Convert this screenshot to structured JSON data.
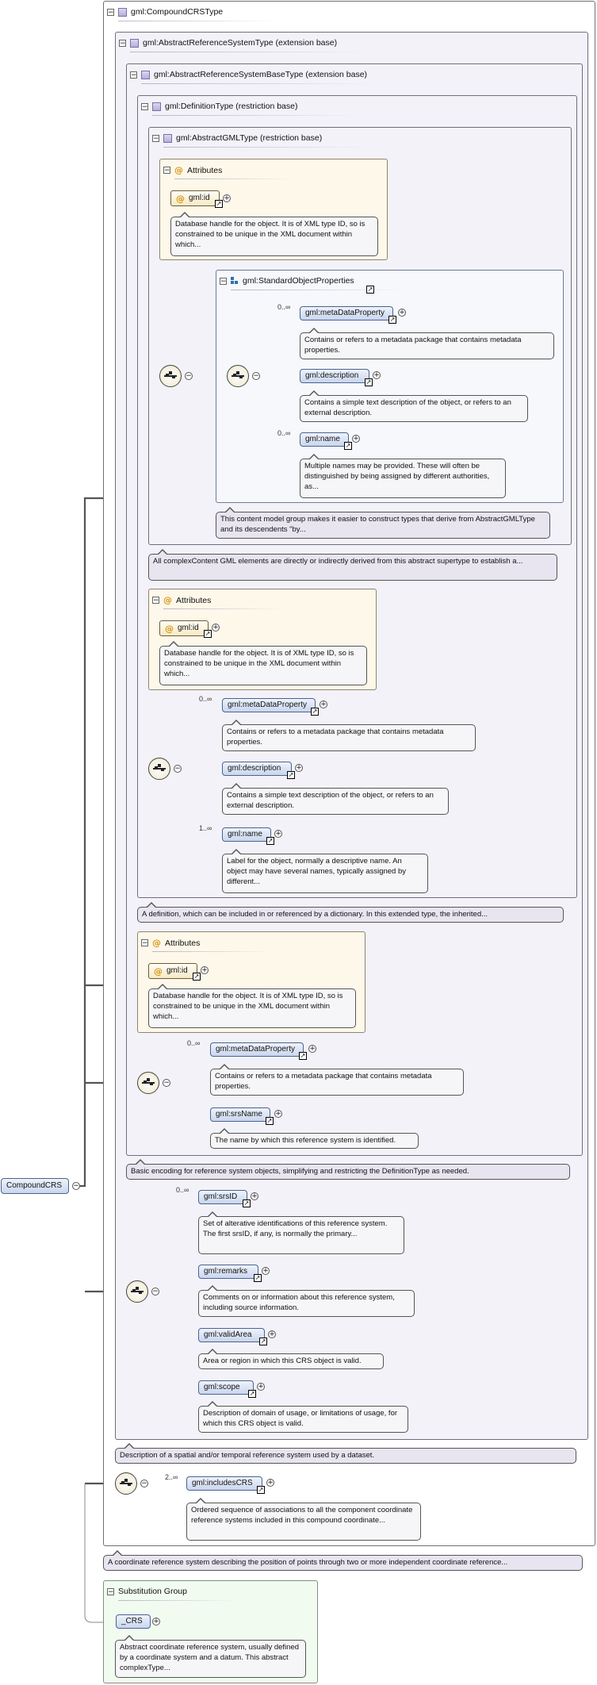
{
  "root": {
    "label": "CompoundCRS"
  },
  "types": {
    "compound_crs": "gml:CompoundCRSType",
    "abstract_ref_system": "gml:AbstractReferenceSystemType (extension base)",
    "abstract_ref_system_base": "gml:AbstractReferenceSystemBaseType (extension base)",
    "definition": "gml:DefinitionType (restriction base)",
    "abstract_gml": "gml:AbstractGMLType (restriction base)",
    "standard_object_properties": "gml:StandardObjectProperties"
  },
  "attributes_title": "Attributes",
  "substitution_group_title": "Substitution Group",
  "attr": {
    "name": "gml:id",
    "desc": "Database handle for the object. It is of XML type ID, so is constrained to be unique in the XML document within which..."
  },
  "elements": {
    "meta_data_property": "gml:metaDataProperty",
    "description": "gml:description",
    "name": "gml:name",
    "srs_name": "gml:srsName",
    "srs_id": "gml:srsID",
    "remarks": "gml:remarks",
    "valid_area": "gml:validArea",
    "scope": "gml:scope",
    "includes_crs": "gml:includesCRS",
    "crs": "_CRS"
  },
  "occurrences": {
    "zero_many": "0..∞",
    "one_many": "1..∞",
    "two_many": "2..∞"
  },
  "desc": {
    "meta_data_property": "Contains or refers to a metadata package that contains metadata properties.",
    "description": "Contains a simple text description of the object, or refers to an external description.",
    "name_gml": "Multiple names may be provided. These will often be distinguished by being assigned by different authorities, as...",
    "content_model_group": "This content model group makes it easier to construct types that derive from AbstractGMLType and its descendents \"by...",
    "abstract_gml": "All complexContent GML elements are directly or indirectly derived from this abstract supertype to establish a...",
    "name_definition": "Label for the object, normally a descriptive name. An object may have several names, typically assigned by different...",
    "definition": "A definition, which can be included in or referenced by a dictionary. In this extended type, the inherited...",
    "srs_name": "The name by which this reference system is identified.",
    "ref_system_base": "Basic encoding for reference system objects, simplifying and restricting the DefinitionType as needed.",
    "srs_id": "Set of alterative identifications of this reference system. The first srsID, if any, is normally the primary...",
    "remarks": "Comments on or information about this reference system, including source information.",
    "valid_area": "Area or region in which this CRS object is valid.",
    "scope": "Description of domain of usage, or limitations of usage, for which this CRS object is valid.",
    "ref_system": "Description of a spatial and/or temporal reference system used by a dataset.",
    "includes_crs": "Ordered sequence of associations to all the component coordinate reference systems included in this compound coordinate...",
    "compound_crs": "A coordinate reference system describing the position of points through two or more independent coordinate reference...",
    "crs": "Abstract coordinate reference system, usually defined by a coordinate system and a datum. This abstract complexType..."
  }
}
